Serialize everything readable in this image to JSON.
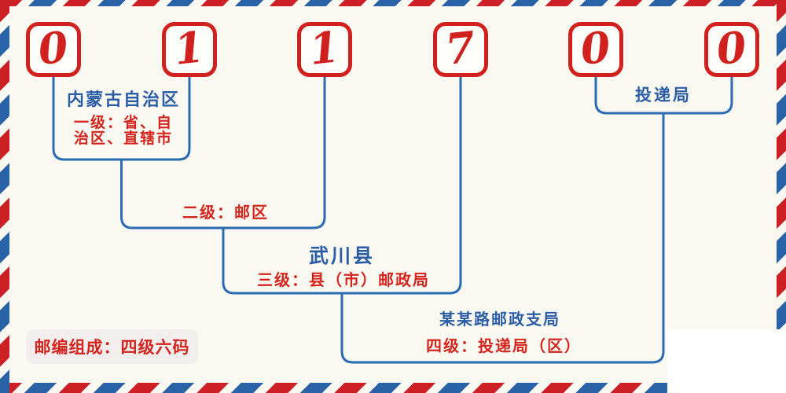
{
  "postal_code": {
    "digits": [
      "0",
      "1",
      "1",
      "7",
      "0",
      "0"
    ],
    "full_code": "011700"
  },
  "levels": [
    {
      "name": "内蒙古自治区",
      "desc_line1": "一级：省、自",
      "desc_line2": "治区、直辖市"
    },
    {
      "desc": "二级：邮区"
    },
    {
      "name": "武川县",
      "desc": "三级：县（市）邮政局"
    },
    {
      "name": "某某路邮政支局",
      "desc": "四级：投递局（区）"
    },
    {
      "name": "投递局"
    }
  ],
  "footer_badge": {
    "label": "邮编组成：四级六码"
  },
  "colors": {
    "background": "#faf9f1",
    "stripe_red": "#cd2026",
    "stripe_blue": "#2a62a8",
    "box_border_red": "#d0211f",
    "digit_red": "#d0211f",
    "line_blue": "#2b6bb2",
    "name_text_blue": "#2b5ca6",
    "desc_text_red": "#d3251d",
    "badge_background": "#f3eeee"
  }
}
